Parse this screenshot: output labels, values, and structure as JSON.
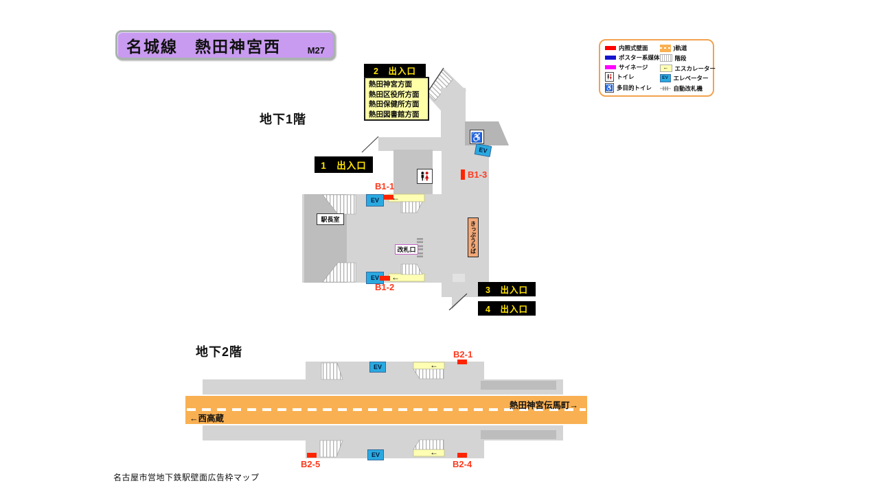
{
  "title": {
    "text": "名城線　熱田神宮西",
    "code": "M27"
  },
  "floors": {
    "b1": "地下1階",
    "b2": "地下2階"
  },
  "exits": {
    "e1": "1　出入口",
    "e2": "2　出入口",
    "e3": "3　出入口",
    "e4": "4　出入口"
  },
  "exit2_directions": [
    "熱田神宮方面",
    "熱田区役所方面",
    "熱田保健所方面",
    "熱田図書館方面"
  ],
  "rooms": {
    "station_office": "駅長室",
    "gate": "改札口",
    "ticket_office": "きっぷうりば"
  },
  "slots": {
    "b1_1": "B1-1",
    "b1_2": "B1-2",
    "b1_3": "B1-3",
    "b2_1": "B2-1",
    "b2_4": "B2-4",
    "b2_5": "B2-5"
  },
  "track_labels": {
    "east": "熱田神宮伝馬町→",
    "west": "←西高蔵"
  },
  "icons": {
    "elevator": "EV",
    "wheelchair": "♿",
    "arrow_left": "←"
  },
  "legend": {
    "left": [
      {
        "label": "内照式壁面"
      },
      {
        "label": "ポスター系媒体"
      },
      {
        "label": "サイネージ"
      },
      {
        "label": "トイレ"
      },
      {
        "label": "多目的トイレ"
      }
    ],
    "right": [
      {
        "label": ")軌道"
      },
      {
        "label": "階段"
      },
      {
        "label": "エスカレーター"
      },
      {
        "label": "エレベーター"
      },
      {
        "label": "自動改札機"
      }
    ]
  },
  "caption": "名古屋市営地下鉄駅壁面広告枠マップ",
  "colors": {
    "illuminated_wall": "#ff0000",
    "poster_media": "#1414cc",
    "signage": "#ff00ff",
    "track": "#f9b052",
    "escalator": "#ffffb4",
    "elevator": "#2aa9e0",
    "marker": "#ff2400",
    "title_bg": "#c89af0",
    "exit_text": "#ffe400",
    "floor_light": "#d4d4d4",
    "floor_dark": "#bdbdbd"
  }
}
